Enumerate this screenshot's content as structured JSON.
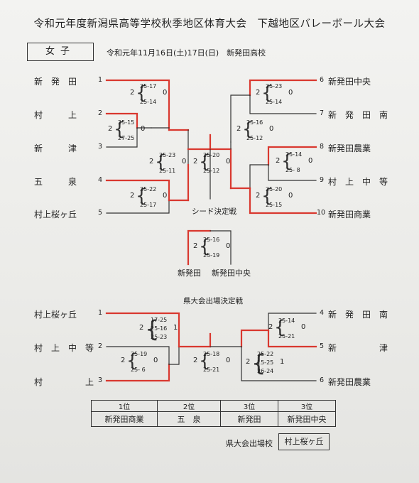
{
  "title": "令和元年度新潟県高等学校秋季地区体育大会　下越地区バレーボール大会",
  "division": "女子",
  "date_venue": "令和元年11月16日(土)17日(日)　新発田高校",
  "top_left": [
    {
      "name": "新　発　田",
      "seed": "1"
    },
    {
      "name": "村　　　上",
      "seed": "2"
    },
    {
      "name": "新　　　津",
      "seed": "3"
    },
    {
      "name": "五　　　泉",
      "seed": "4"
    },
    {
      "name": "村上桜ヶ丘",
      "seed": "5"
    }
  ],
  "top_right": [
    {
      "seed": "6",
      "name": "新発田中央"
    },
    {
      "seed": "7",
      "name": "新　発　田　南"
    },
    {
      "seed": "8",
      "name": "新発田農業"
    },
    {
      "seed": "9",
      "name": "村　上　中　等"
    },
    {
      "seed": "10",
      "name": "新発田商業"
    }
  ],
  "top_matches": [
    {
      "a": "2",
      "s": [
        "25-17",
        "25-14"
      ],
      "b": "0"
    },
    {
      "a": "2",
      "s": [
        "25-15",
        "27-25"
      ],
      "b": "0"
    },
    {
      "a": "2",
      "s": [
        "25-23",
        "25-11"
      ],
      "b": "0"
    },
    {
      "a": "2",
      "s": [
        "25-22",
        "25-17"
      ],
      "b": "0"
    },
    {
      "a": "2",
      "s": [
        "25-20",
        "25-12"
      ],
      "b": "0"
    },
    {
      "a": "2",
      "s": [
        "25-16",
        "25-12"
      ],
      "b": "0"
    },
    {
      "a": "2",
      "s": [
        "25-23",
        "25-14"
      ],
      "b": "0"
    },
    {
      "a": "2",
      "s": [
        "25-14",
        "25- 8"
      ],
      "b": "0"
    },
    {
      "a": "2",
      "s": [
        "25-20",
        "25-15"
      ],
      "b": "0"
    }
  ],
  "seed_decider": {
    "label": "シード決定戦",
    "a": "2",
    "s": [
      "25-16",
      "25-19"
    ],
    "b": "0",
    "left": "新発田",
    "right": "新発田中央"
  },
  "prefectural": {
    "label": "県大会出場決定戦",
    "left": [
      {
        "name": "村上桜ヶ丘",
        "seed": "1"
      },
      {
        "name": "村　上　中　等",
        "seed": "2"
      },
      {
        "name": "村　　　　　上",
        "seed": "3"
      }
    ],
    "right": [
      {
        "seed": "4",
        "name": "新　発　田　南"
      },
      {
        "seed": "5",
        "name": "新　　　　　津"
      },
      {
        "seed": "6",
        "name": "新発田農業"
      }
    ],
    "matches": [
      {
        "a": "2",
        "s": [
          "17-25",
          "25-16",
          "25-23"
        ],
        "b": "1"
      },
      {
        "a": "2",
        "s": [
          "25-19",
          "25- 6"
        ],
        "b": "0"
      },
      {
        "a": "2",
        "s": [
          "25-18",
          "25-21"
        ],
        "b": "0"
      },
      {
        "a": "2",
        "s": [
          "25-22",
          "15-25",
          "26-24"
        ],
        "b": "1"
      },
      {
        "a": "2",
        "s": [
          "25-14",
          "25-21"
        ],
        "b": "0"
      }
    ]
  },
  "ranking": {
    "headers": [
      "1位",
      "2位",
      "3位",
      "3位"
    ],
    "values": [
      "新発田商業",
      "五　泉",
      "新発田",
      "新発田中央"
    ]
  },
  "qualifier": {
    "label": "県大会出場校",
    "team": "村上桜ヶ丘"
  },
  "colors": {
    "winner_line": "#d9382f",
    "line": "#333333"
  }
}
